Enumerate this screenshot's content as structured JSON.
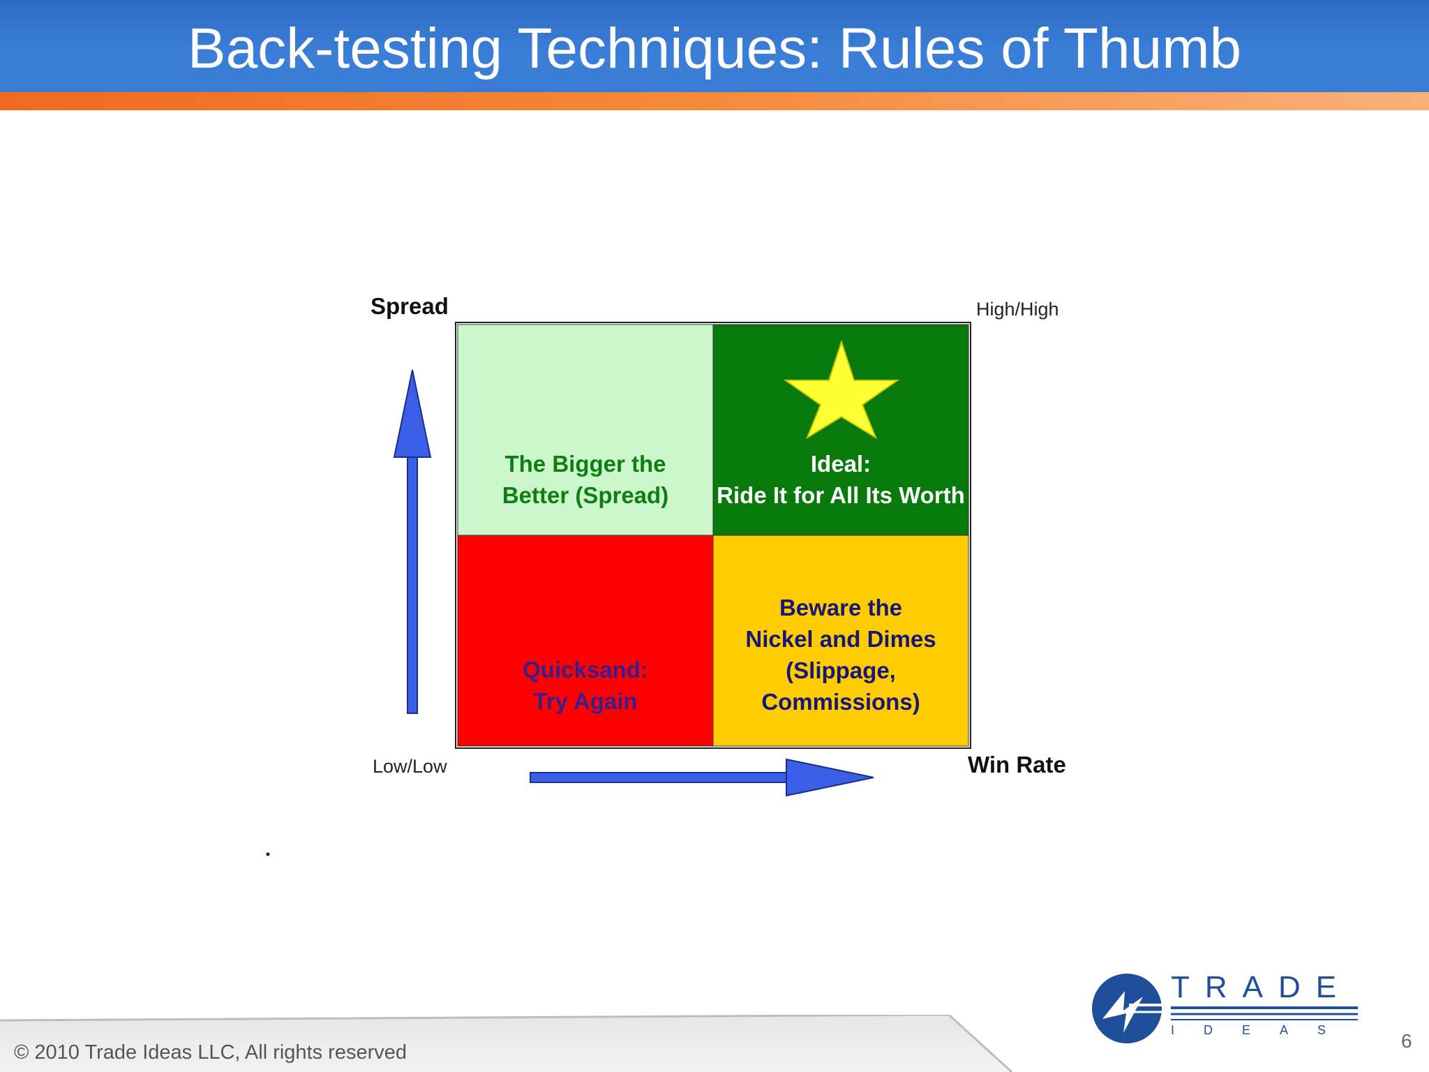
{
  "slide": {
    "title": "Back-testing Techniques: Rules of Thumb",
    "copyright": "© 2010 Trade Ideas LLC, All rights reserved",
    "page_number": "6",
    "logo": {
      "word_top": "TRADE",
      "word_bottom": "IDEAS",
      "icon": "trade-ideas-globe-icon"
    }
  },
  "diagram": {
    "y_axis_label": "Spread",
    "x_axis_label": "Win Rate",
    "corner_low": "Low/Low",
    "corner_high": "High/High",
    "quadrants": {
      "top_left": {
        "text": "The Bigger the\nBetter (Spread)",
        "fill": "#ccf7cc",
        "text_color": "#0f7f12"
      },
      "top_right": {
        "text": "Ideal:\nRide It for All Its Worth",
        "fill": "#087a0c",
        "text_color": "#ffffff",
        "icon": "star-icon",
        "icon_color": "#ffff33"
      },
      "bottom_left": {
        "text": "Quicksand:\nTry Again",
        "fill": "#ff0000",
        "text_color": "#3a1f8a"
      },
      "bottom_right": {
        "text": "Beware the\nNickel and Dimes\n(Slippage,\nCommissions)",
        "fill": "#ffcc00",
        "text_color": "#17177a"
      }
    },
    "arrow_color": "#3a5fe6"
  }
}
